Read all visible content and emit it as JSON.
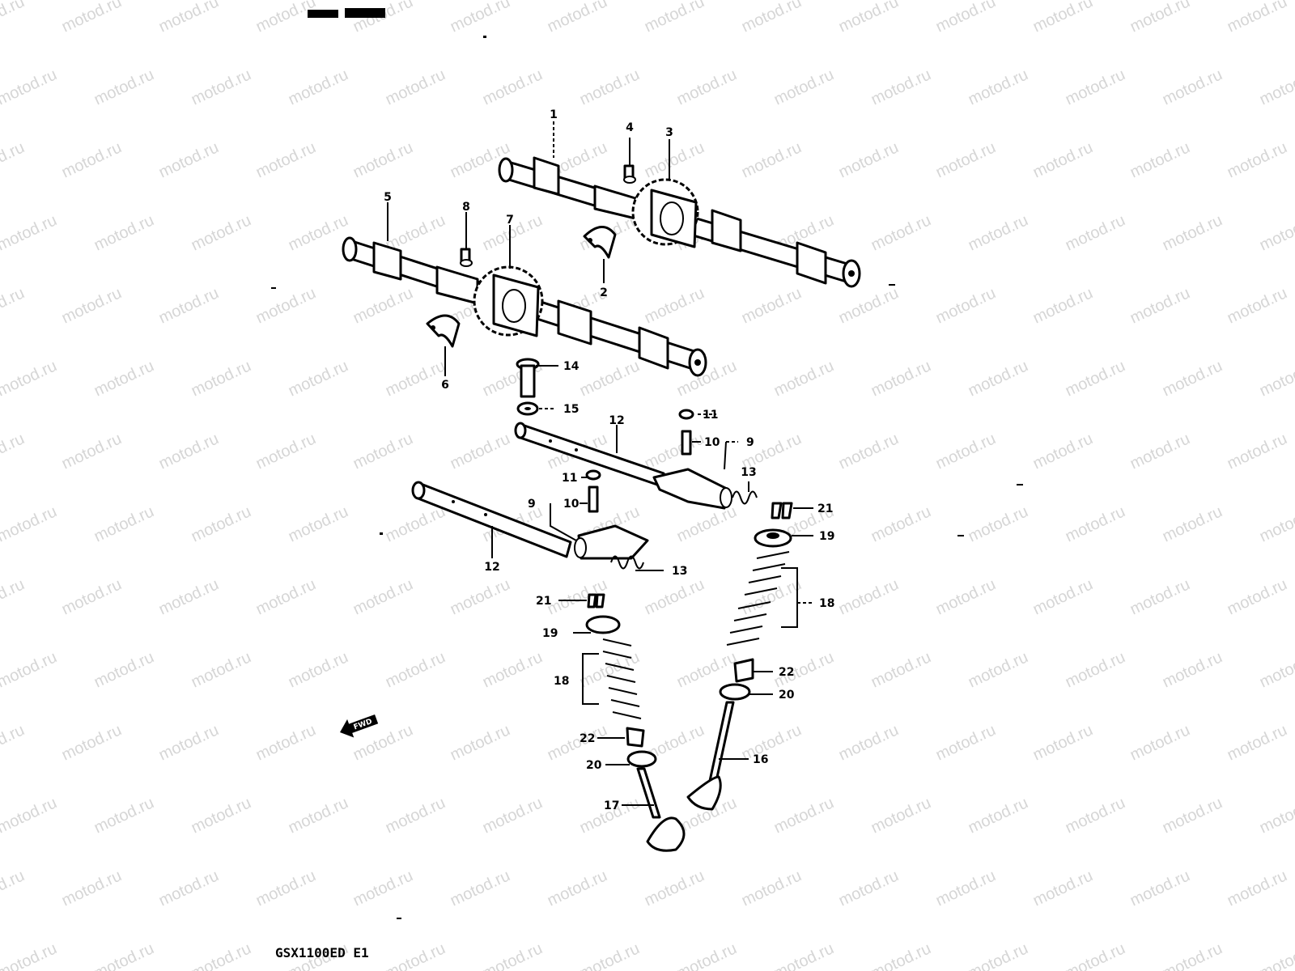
{
  "model_code": "GSX1100ED E1",
  "watermark": "motod.ru",
  "fwd_label": "FWD",
  "callouts": [
    {
      "id": "1",
      "label": "1"
    },
    {
      "id": "2",
      "label": "2"
    },
    {
      "id": "3",
      "label": "3"
    },
    {
      "id": "4",
      "label": "4"
    },
    {
      "id": "5",
      "label": "5"
    },
    {
      "id": "6",
      "label": "6"
    },
    {
      "id": "7",
      "label": "7"
    },
    {
      "id": "8",
      "label": "8"
    },
    {
      "id": "9a",
      "label": "9"
    },
    {
      "id": "9b",
      "label": "9"
    },
    {
      "id": "10a",
      "label": "10"
    },
    {
      "id": "10b",
      "label": "10"
    },
    {
      "id": "11a",
      "label": "11"
    },
    {
      "id": "11b",
      "label": "11"
    },
    {
      "id": "12a",
      "label": "12"
    },
    {
      "id": "12b",
      "label": "12"
    },
    {
      "id": "13a",
      "label": "13"
    },
    {
      "id": "13b",
      "label": "13"
    },
    {
      "id": "14",
      "label": "14"
    },
    {
      "id": "15",
      "label": "15"
    },
    {
      "id": "16",
      "label": "16"
    },
    {
      "id": "17",
      "label": "17"
    },
    {
      "id": "18a",
      "label": "18"
    },
    {
      "id": "18b",
      "label": "18"
    },
    {
      "id": "19a",
      "label": "19"
    },
    {
      "id": "19b",
      "label": "19"
    },
    {
      "id": "20a",
      "label": "20"
    },
    {
      "id": "20b",
      "label": "20"
    },
    {
      "id": "21a",
      "label": "21"
    },
    {
      "id": "21b",
      "label": "21"
    },
    {
      "id": "22a",
      "label": "22"
    },
    {
      "id": "22b",
      "label": "22"
    }
  ]
}
